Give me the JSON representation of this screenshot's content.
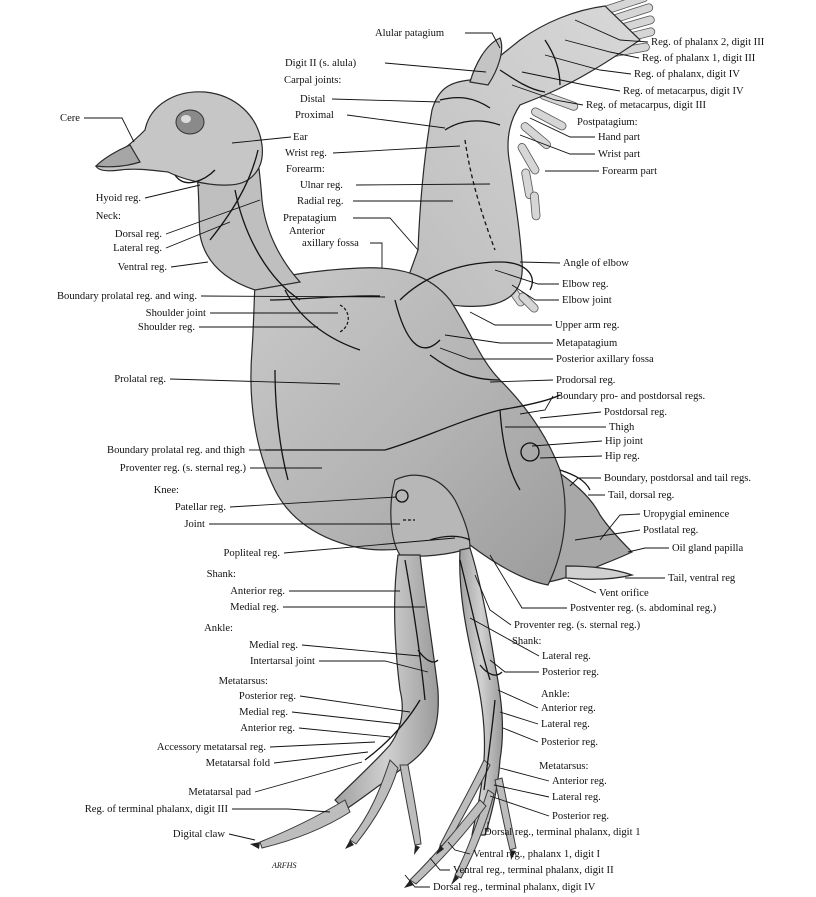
{
  "figure": {
    "signature": "ARFHS",
    "labels_left": [
      "Cere",
      "Hyoid reg.",
      "Neck:",
      "Dorsal reg.",
      "Lateral reg.",
      "Ventral reg.",
      "Boundary prolatal reg. and wing.",
      "Shoulder joint",
      "Shoulder reg.",
      "Prolatal reg.",
      "Boundary prolatal reg. and thigh",
      "Proventer reg. (s. sternal reg.)",
      "Knee:",
      "Patellar reg.",
      "Joint",
      "Popliteal reg.",
      "Shank:",
      "Anterior reg.",
      "Medial reg.",
      "Ankle:",
      "Medial reg.",
      "Intertarsal joint",
      "Metatarsus:",
      "Posterior reg.",
      "Medial reg.",
      "Anterior reg.",
      "Accessory metatarsal reg.",
      "Metatarsal fold",
      "Metatarsal pad",
      "Reg. of terminal phalanx, digit III",
      "Digital claw"
    ],
    "labels_mid": [
      "Alular patagium",
      "Digit II (s. alula)",
      "Carpal joints:",
      "Distal",
      "Proximal",
      "Ear",
      "Wrist reg.",
      "Forearm:",
      "Ulnar reg.",
      "Radial reg.",
      "Prepatagium",
      "Anterior",
      "axillary fossa"
    ],
    "labels_right": [
      "Reg. of phalanx 2, digit III",
      "Reg. of phalanx 1, digit III",
      "Reg. of phalanx, digit IV",
      "Reg. of metacarpus, digit IV",
      "Reg. of metacarpus, digit III",
      "Postpatagium:",
      "Hand part",
      "Wrist part",
      "Forearm part",
      "Angle of elbow",
      "Elbow reg.",
      "Elbow joint",
      "Upper arm reg.",
      "Metapatagium",
      "Posterior axillary fossa",
      "Prodorsal reg.",
      "Boundary pro- and postdorsal regs.",
      "Postdorsal reg.",
      "Thigh",
      "Hip joint",
      "Hip reg.",
      "Boundary,  postdorsal and tail regs.",
      "Tail, dorsal reg.",
      "Uropygial eminence",
      "Postlatal reg.",
      "Oil gland papilla",
      "Tail, ventral reg",
      "Vent orifice",
      "Postventer reg. (s. abdominal reg.)",
      "Proventer reg. (s. sternal reg.)",
      "Shank:",
      "Lateral reg.",
      "Posterior reg.",
      "Ankle:",
      "Anterior reg.",
      "Lateral reg.",
      "Posterior reg.",
      "Metatarsus:",
      "Anterior reg.",
      "Lateral reg.",
      "Posterior reg.",
      "Dorsal reg., terminal phalanx, digit 1",
      "Ventral reg., phalanx 1, digit I",
      "Ventral reg., terminal phalanx, digit II",
      "Dorsal reg., terminal phalanx, digit IV"
    ]
  }
}
